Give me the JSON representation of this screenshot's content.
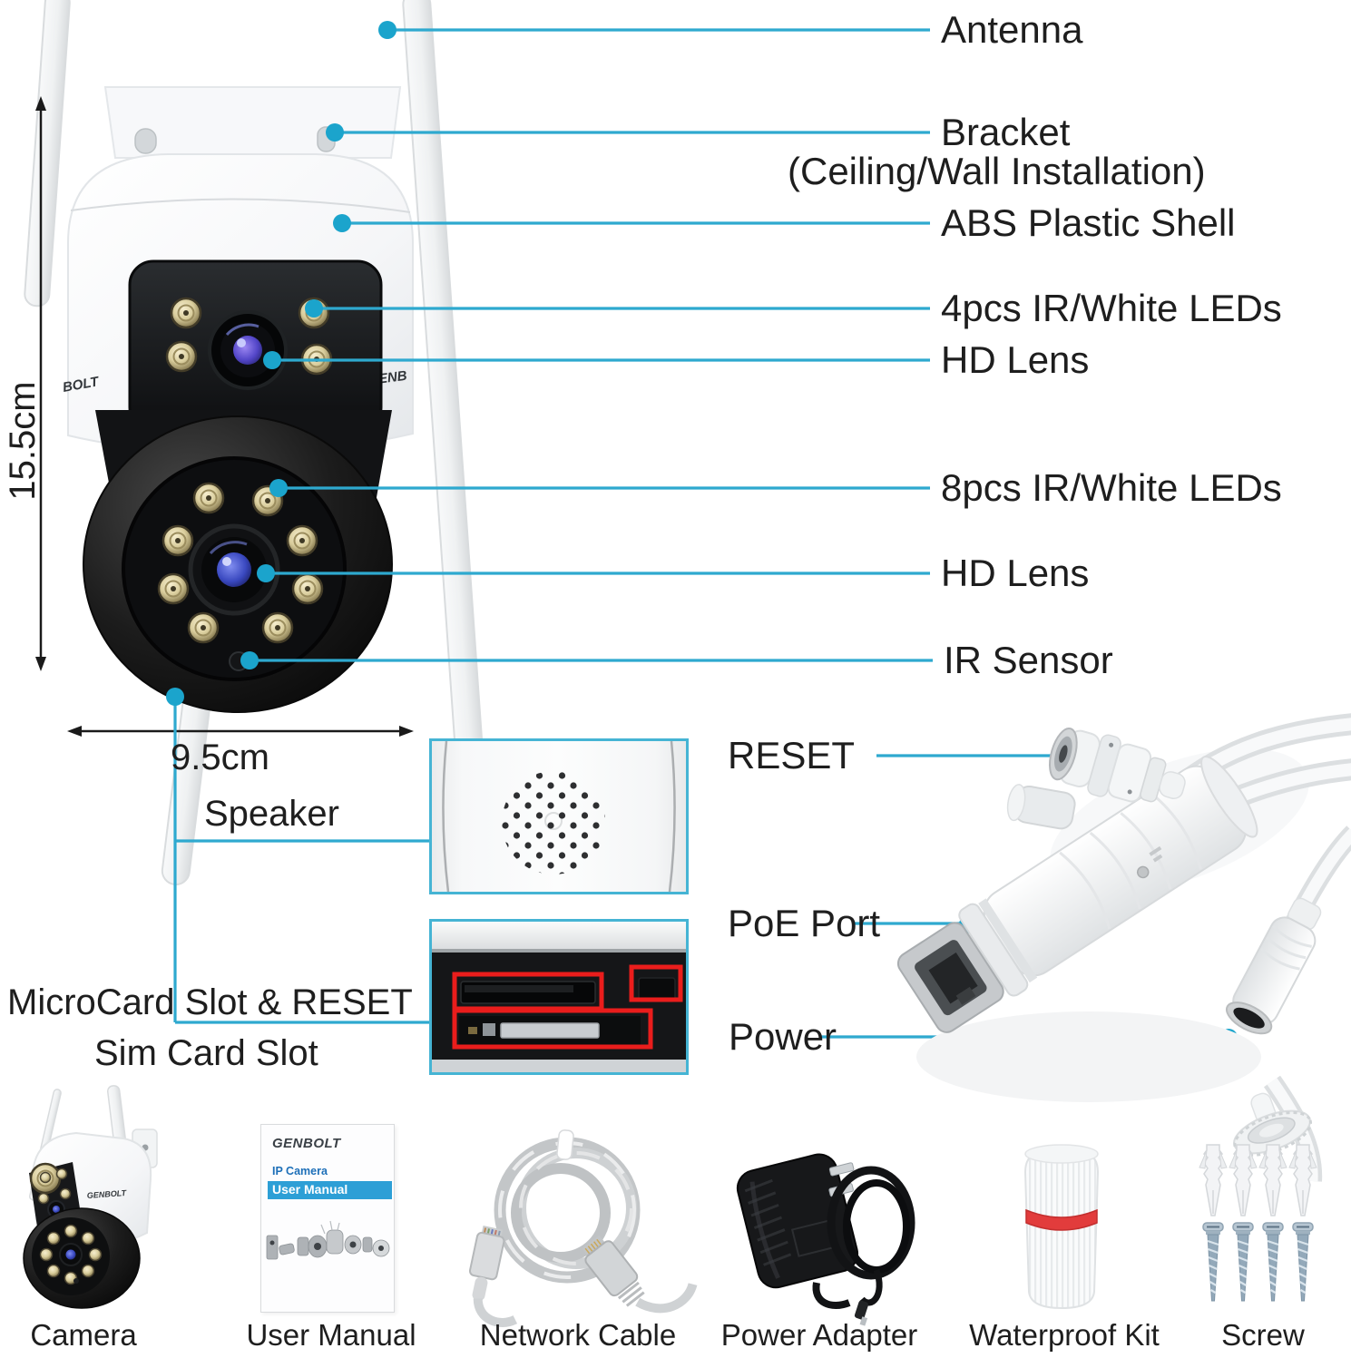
{
  "colors": {
    "accent_line": "#2ea9cf",
    "inset_border": "#45b4d4",
    "annotation_red": "#ea1d1c",
    "manual_bar_blue": "#2d9fd6",
    "manual_text_blue": "#1d6fb8"
  },
  "dimensions": {
    "height": "15.5cm",
    "width": "9.5cm"
  },
  "callouts": {
    "antenna": "Antenna",
    "bracket": "Bracket",
    "bracket_sub": "(Ceiling/Wall Installation)",
    "abs_shell": "ABS Plastic Shell",
    "leds_front": "4pcs IR/White LEDs",
    "hd_lens_front": "HD Lens",
    "leds_ptz": "8pcs IR/White LEDs",
    "hd_lens_ptz": "HD Lens",
    "ir_sensor": "IR Sensor",
    "speaker": "Speaker",
    "reset": "RESET",
    "poe_port": "PoE Port",
    "power": "Power",
    "microcard_slot": "MicroCard Slot & RESET",
    "sim_card_slot": "Sim Card Slot"
  },
  "branding": {
    "side_left": "BOLT",
    "side_right": "GENB",
    "mini": "GENBOLT"
  },
  "manual": {
    "brand": "GENBOLT",
    "category": "IP Camera",
    "title": "User Manual"
  },
  "accessories": {
    "camera": "Camera",
    "user_manual": "User Manual",
    "network_cable": "Network Cable",
    "power_adapter": "Power Adapter",
    "waterproof_kit": "Waterproof Kit",
    "screw": "Screw"
  }
}
